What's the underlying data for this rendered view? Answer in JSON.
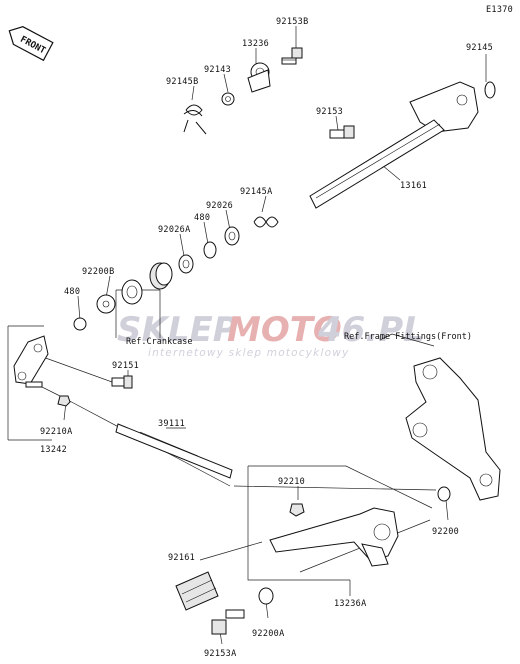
{
  "diagram_code": "E1370",
  "front_label": "FRONT",
  "watermark": {
    "brand_a": "SKLEP",
    "brand_b": "MOTO",
    "brand_c": "46.PL",
    "tagline": "internetowy sklep motocyklowy"
  },
  "colors": {
    "line": "#111111",
    "watermark_grey": "#c8c8d4",
    "watermark_red": "#e3a4a4"
  },
  "refs": {
    "crankcase": "Ref.Crankcase",
    "frame_fittings": "Ref.Frame Fittings(Front)"
  },
  "labels": {
    "p92153B": "92153B",
    "p13236": "13236",
    "p92143": "92143",
    "p92145B": "92145B",
    "p92145": "92145",
    "p92153": "92153",
    "p13161": "13161",
    "p92145A": "92145A",
    "p92026": "92026",
    "p480a": "480",
    "p92026A": "92026A",
    "p92200B": "92200B",
    "p480b": "480",
    "p92151": "92151",
    "p92210A": "92210A",
    "p13242": "13242",
    "p39111": "39111",
    "p92210": "92210",
    "p92200": "92200",
    "p92161": "92161",
    "p13236A": "13236A",
    "p92200A": "92200A",
    "p92153A": "92153A"
  }
}
